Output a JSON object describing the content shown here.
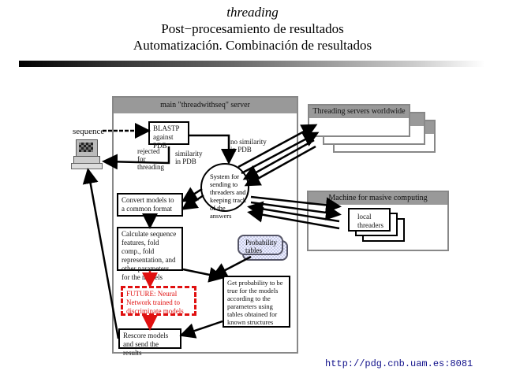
{
  "header": {
    "title": "threading",
    "subtitle1": "Post−procesamiento de resultados",
    "subtitle2": "Automatización. Combinación de resultados"
  },
  "diagram": {
    "main_server": {
      "title": "main \"threadwithseq\" server"
    },
    "sequence_label": "sequence",
    "blastp": "BLASTP against PDB",
    "rejected_label": "rejected for threading",
    "similarity_label": "similarity in PDB",
    "no_similarity_label": "no similarity in PDB",
    "system_circle": "System for sending to threaders and keeping track of the answers",
    "convert": "Convert models to a common format",
    "calculate": "Calculate sequence features, fold comp., fold representation, and other parameters for the models",
    "probability_tables": "Probability tables",
    "get_probability": "Get probability to be true for the models according to the parameters using tables obtained for known structures",
    "future": "FUTURE: Neural Network trained to discriminate models",
    "rescore": "Rescore models and send the results",
    "threading_servers": {
      "title": "Threading servers worldwide"
    },
    "machine": {
      "title": "Machine for masive computing"
    },
    "local_threaders": "local threaders"
  },
  "footer": {
    "url": "http://pdg.cnb.uam.es:8081"
  },
  "colors": {
    "future": "#e01010",
    "url": "#10108a",
    "panel_head": "#999999"
  }
}
